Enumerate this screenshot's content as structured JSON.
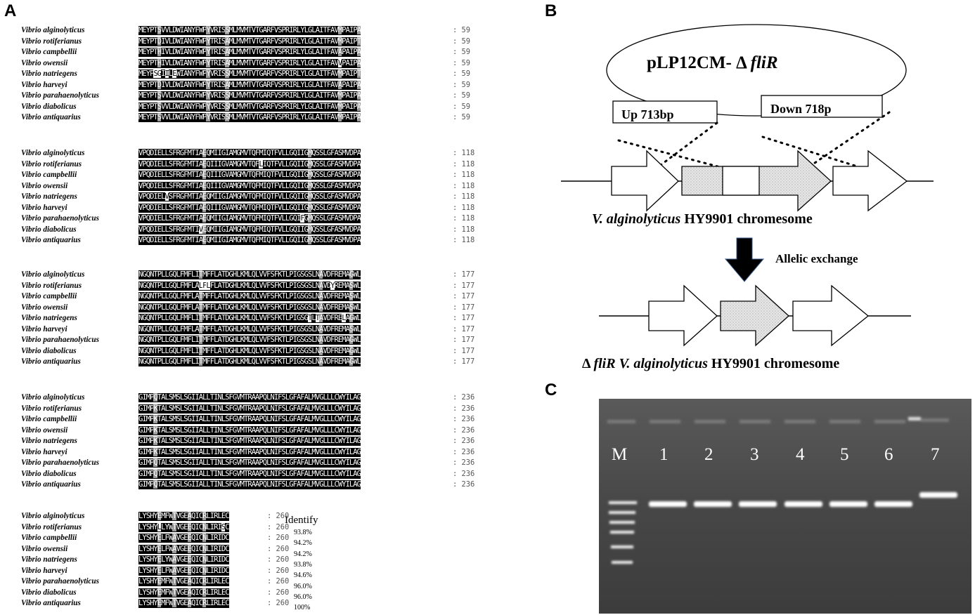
{
  "panels": {
    "a": "A",
    "b": "B",
    "c": "C"
  },
  "species": [
    "Vibrio alginolyticus",
    "Vibrio rotiferianus",
    "Vibrio campbellii",
    "Vibrio owensii",
    "Vibrio natriegens",
    "Vibrio harveyi",
    "Vibrio parahaenolyticus",
    "Vibrio diabolicus",
    "Vibrio antiquarius"
  ],
  "blocks": [
    {
      "end": "59",
      "seqs": [
        "MEYPTSVVLDWIANYFWPYVRISSMLMVMTVTGARFVSPRIRLYLGLAITFAVMPAIPA",
        "MEYPTDIVLDWIANYFWPYTRISAMLMVMTVTGARFVSPRIRLYLGLAITFAVMPAIPT",
        "MEYPTHIVLDWIANYFWPYTRISAMLMVMTVTGARFVSPRIRLYLGLAITFAVAPAIPA",
        "MEYPTHIVLDWIANYFWPYTRISAMLMVMTVTGARFVSPRIRLYLGLAITFAVVPAIPA",
        "MEYPSGIILEWIANYFWPYVRISSMLMVMTVTGARFVSPRIRLYLGLAITFAVMPAIPT",
        "MEYPTDIVLDWIANYFWPYTRISAMLMVMTVTGARFVSPRIRLYLGLAITFAVAPAIPA",
        "MEYPTSVVLDWIANYFWPYVRISSMLMVMTVTGARFVSPRIRLYLGLAITFAVMPAIPA",
        "MEYPTSVVLDWIANYFWPYVRISSMLMVMTVTGARFVSPRIRLYLGLAITFAVMPAIPA",
        "MEYPTSVVLDWIANYFWPYVRISSMLMVMTVTGARFVSPRIRLYLGLAITFAVMPAIPA"
      ]
    },
    {
      "end": "118",
      "seqs": [
        "VPQDIELLSFRGFMTIAEQMIIGIAMGMVTQFMIQTFVLLGQIIGMQSSLGFASMVDPA",
        "VPQDIELLSFRGFMTIAEQIIIGVAMGMVTQFLIQTFVLLGQIIGMQSSLGFASMVDPA",
        "VPQDIELLSFRGFMTIAEQIIIGVAMGMVTQFMIQTFVLLGQIIGMQSSLGFASMVDPA",
        "VPQDIELLSFRGFMTIAEQIIIGVAMGMVTQFMIQTFVLLGQIIGMQSSLGFASMVDPA",
        "VPQDIELVSFRGFMTIAEQMIIGIAMGMVTQFMIQTFVLLGQIIGMQSSLGFASMVDPA",
        "VPQDIELLSFRGFMTIAEQIIIGVAMGMVTQFMIQTFVLLGQIIGMQSSLGFASMVDPA",
        "VPQDIELLSFRGFMTIAEQMIIGIAMGMVTQFMIQTFVLLGQIFGMQSSLGFASMVDPA",
        "VPQDIELLSFRGFMTIVEQMIIGIAMGMVTQFMIQTFVLLGQIIGMQSSLGFASMVDPA",
        "VPQDIELLSFRGFMTIAEQMIIGIAMGMVTQFMIQTFVLLGQIIGMQSSLGFASMVDPA"
      ]
    },
    {
      "end": "177",
      "seqs": [
        "NGQNTPLLGQLFMFLITMFFLATDGHLKMLQLVVFSFKTLPIGSGSLNAVDFREMAGWL",
        "NGQNTPLLGQLFMFLALFLFLATDGHLKMLQLVVFSFKTLPIGSGSLNAVDYREMASWL",
        "NGQNTPLLGQLFMFLATMFFLATDGHLKMLQLVVFSFKTLPIGSGSLNAVDFREMASWL",
        "NGQNTPLLGQLFMFLATMFFLATDGHLKMLQLVVFSFKTLPIGSGSLNAVDFREMASWL",
        "NGQNTPLLGQLFMFLITMFFLATDGHLKMLQLVVFSFKTLPIGSGTLTAVDFRELAGWL",
        "NGQNTPLLGQLFMFLATMFFLATDGHLKMLQLVVFSFKTLPIGSGSLNAVDFREMASWL",
        "NGQNTPLLGQLFMFLITMFFLATDGHLKMLQLVVFSFKTLPIGSGSLNAVDFREMAGWL",
        "NGQNTPLLGQLFMFLITMFFLATDGHLKMLQLVVFSFKTLPIGSGSLNAVDFREMAGWL",
        "NGQNTPLLGQLFMFLITMFFLATDGHLKMLQLVVFSFKTLPIGSGSLNAVDFREMAGWL"
      ]
    },
    {
      "end": "236",
      "seqs": [
        "GIMPQTALSMSLSGIIALLTINLSFGVMTRAAPQLNIFSLGFAFALMVGLLLCWYILAG",
        "GIMPKTALSMSLSGIIALLTINLSFGVMTRAAPQLNIFSLGFAFALMVGLLLCWYILAG",
        "GIMPKTALSMSLSGIIALLTINLSFGVMTRAAPQLNIFSLGFAFALMVGLLLCWYILAG",
        "GIMPKTALSMSLSGIIALLTINLSFGVMTRAAPQLNIFSLGFAFALMVGLLLCWYILAG",
        "GIMPKTALSMSLSGIIALLTINLSFGVMTRAAPQLNIFSLGFAFALMVGLLLCWYILAG",
        "GIMPKTALSMSLSGIIALLTINLSFGVMTRAAPQLNIFSLGFAFALMVGLLLCWYILAG",
        "GIMPQTALSMSLSGIIALLTINLSFGVMTRAAPQLNIFSLGFAFALMVGLLLCWYILAG",
        "GIMPQTALSMSLSGIIALLTINLSFGVMTRAAPQLNIFSLGFAFALMVGLLLCWYILAG",
        "GIMPQTALSMSLSGIIALLTINLSFGVMTRAAPQLNIFSLGFAFALMVGLLLCWYILAG"
      ]
    },
    {
      "end": "260",
      "seqs": [
        "LYSHYEMFWTVGEAQICRLIRLEC",
        "LYSHYLLYWTVGEEQICNLIRISC",
        "LYSHYELFWAVGEEQICNLIRIDC",
        "LYSHYELFWAVGEEQICNLIRIDC",
        "LYSHYELYWAVGEEQICNLIRIDC",
        "LYSHYELFWAVGEEQICNLIRIDC",
        "LYSHYEMFWTVGEAQICRLIRLEC",
        "LYSHYEMFWTVGEAQICRLIRLEC",
        "LYSHYEMFWTVGEAQICRLIRLEC"
      ]
    }
  ],
  "identity": {
    "header": "Identify",
    "values": [
      "93.8%",
      "94.2%",
      "94.2%",
      "93.8%",
      "94.6%",
      "96.0%",
      "96.0%",
      "100%"
    ]
  },
  "construct": {
    "plasmid_prefix": "pLP12CM- Δ ",
    "plasmid_gene": "fliR",
    "up_label": "Up 713bp",
    "down_label": "Down 718p",
    "wt_species": "V. alginolyticus",
    "wt_suffix": " HY9901 chromesome",
    "arrow_label": "Allelic exchange",
    "mut_prefix": "Δ ",
    "mut_gene": "fliR",
    "mut_species": " V. alginolyticus",
    "mut_suffix": " HY9901 chromesome"
  },
  "gel": {
    "lanes": [
      "M",
      "1",
      "2",
      "3",
      "4",
      "5",
      "6",
      "7"
    ]
  },
  "colors": {
    "conserved": "#000000",
    "similar": "#9a9a9a",
    "gel_bg": "#4a4a4a"
  }
}
